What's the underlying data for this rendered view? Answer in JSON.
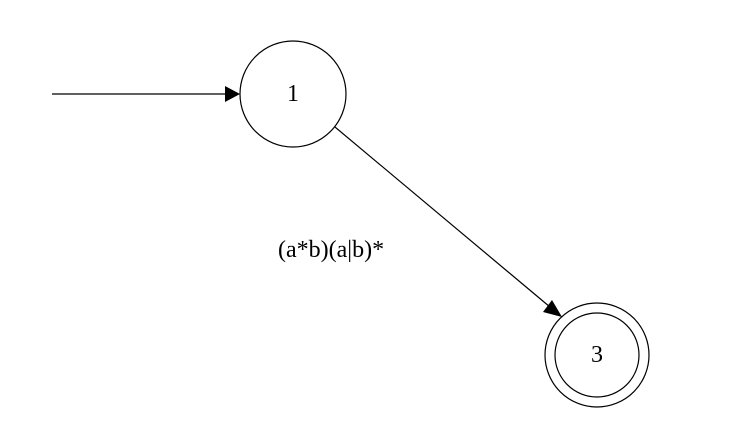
{
  "diagram": {
    "states": [
      {
        "id": "1",
        "label": "1",
        "initial": true,
        "accepting": false
      },
      {
        "id": "3",
        "label": "3",
        "initial": false,
        "accepting": true
      }
    ],
    "transitions": [
      {
        "from": "1",
        "to": "3",
        "label": "(a*b)(a|b)*"
      }
    ]
  }
}
